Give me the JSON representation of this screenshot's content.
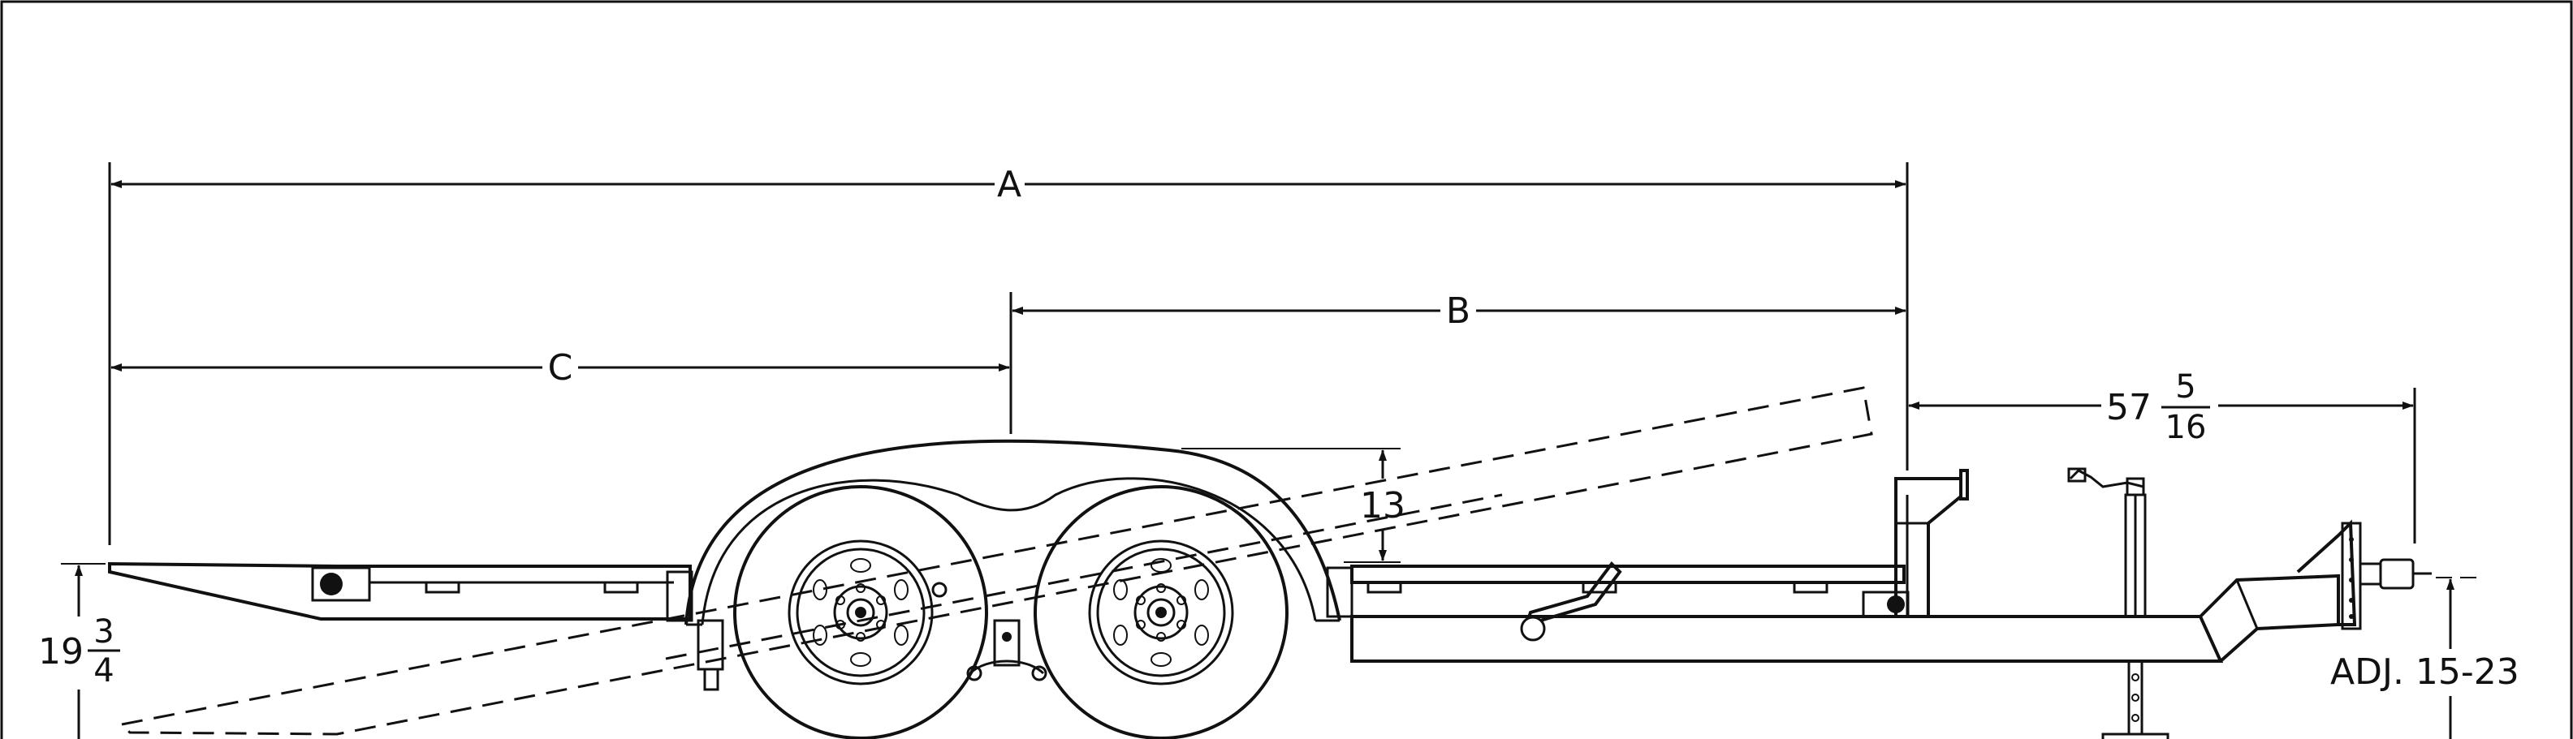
{
  "dimensions": {
    "a": "A",
    "b": "B",
    "c": "C",
    "fender_height": "13",
    "tongue_whole": "57",
    "tongue_num": "5",
    "tongue_den": "16",
    "deck_whole": "19",
    "deck_num": "3",
    "deck_den": "4",
    "coupler_adj": "ADJ. 15-23"
  },
  "colors": {
    "line": "#111111",
    "background": "#ffffff"
  }
}
